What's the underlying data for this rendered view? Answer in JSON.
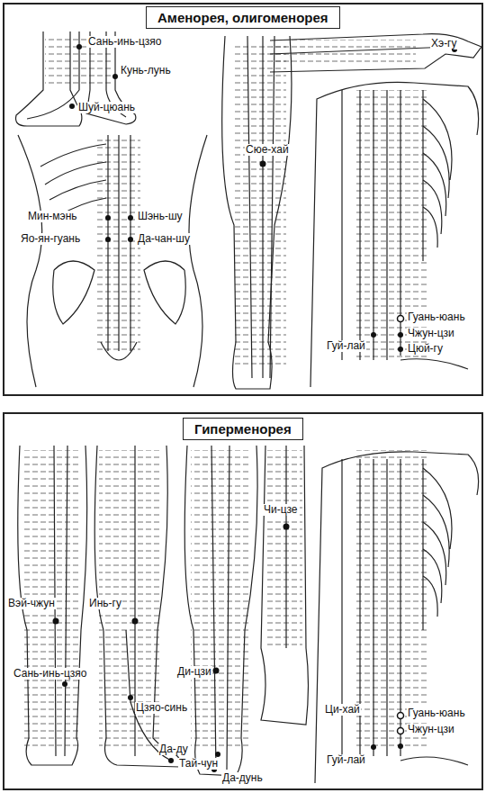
{
  "diagram": {
    "nodes": [
      {
        "text": [
          "Аменорея, олигоменорея"
        ]
      },
      {
        "text": [
          "Гиперменорея"
        ]
      }
    ],
    "labels": [
      "Сань-инь-цзяо",
      "Кунь-лунь",
      "Шуй-цюань",
      "Хэ-гу",
      "Сюе-хай",
      "Мин-мэнь",
      "Шэнь-шу",
      "Яо-ян-гуань",
      "Да-чан-шу",
      "Гуань-юань",
      "Чжун-цзи",
      "Гуй-лай",
      "Цюй-гу",
      "Вэй-чжун",
      "Инь-гу",
      "Чи-цзе",
      "Сань-инь-цзяо",
      "Цзяо-синь",
      "Ди-цзи",
      "Да-ду",
      "Тай-чун",
      "Да-дунь",
      "Ци-хай",
      "Гуань-юань",
      "Чжун-цзи",
      "Гуй-лай"
    ]
  }
}
